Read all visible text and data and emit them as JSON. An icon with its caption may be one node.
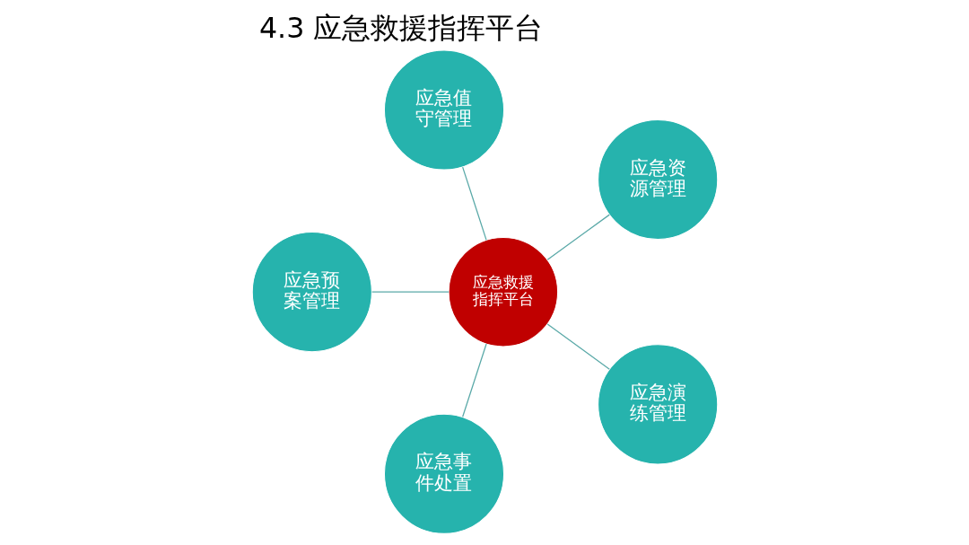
{
  "diagram": {
    "title": "4.3 应急救援指挥平台",
    "nodes": [
      {
        "text": [
          "应急资源管理"
        ]
      },
      {
        "text": [
          "应急值守管理"
        ]
      },
      {
        "text": [
          "应急预案管理"
        ]
      },
      {
        "text": [
          "应急救援指挥平台"
        ]
      },
      {
        "text": [
          "应急事件处置"
        ]
      },
      {
        "text": [
          "应急演练管理"
        ]
      }
    ],
    "edges": [
      {
        "from": 3,
        "to": 0,
        "arrow": "none"
      },
      {
        "from": 3,
        "to": 2,
        "arrow": "none"
      },
      {
        "from": 3,
        "to": 5,
        "arrow": "none"
      },
      {
        "from": 3,
        "to": 4,
        "arrow": "none"
      },
      {
        "from": 3,
        "to": 1,
        "arrow": "none"
      }
    ]
  }
}
